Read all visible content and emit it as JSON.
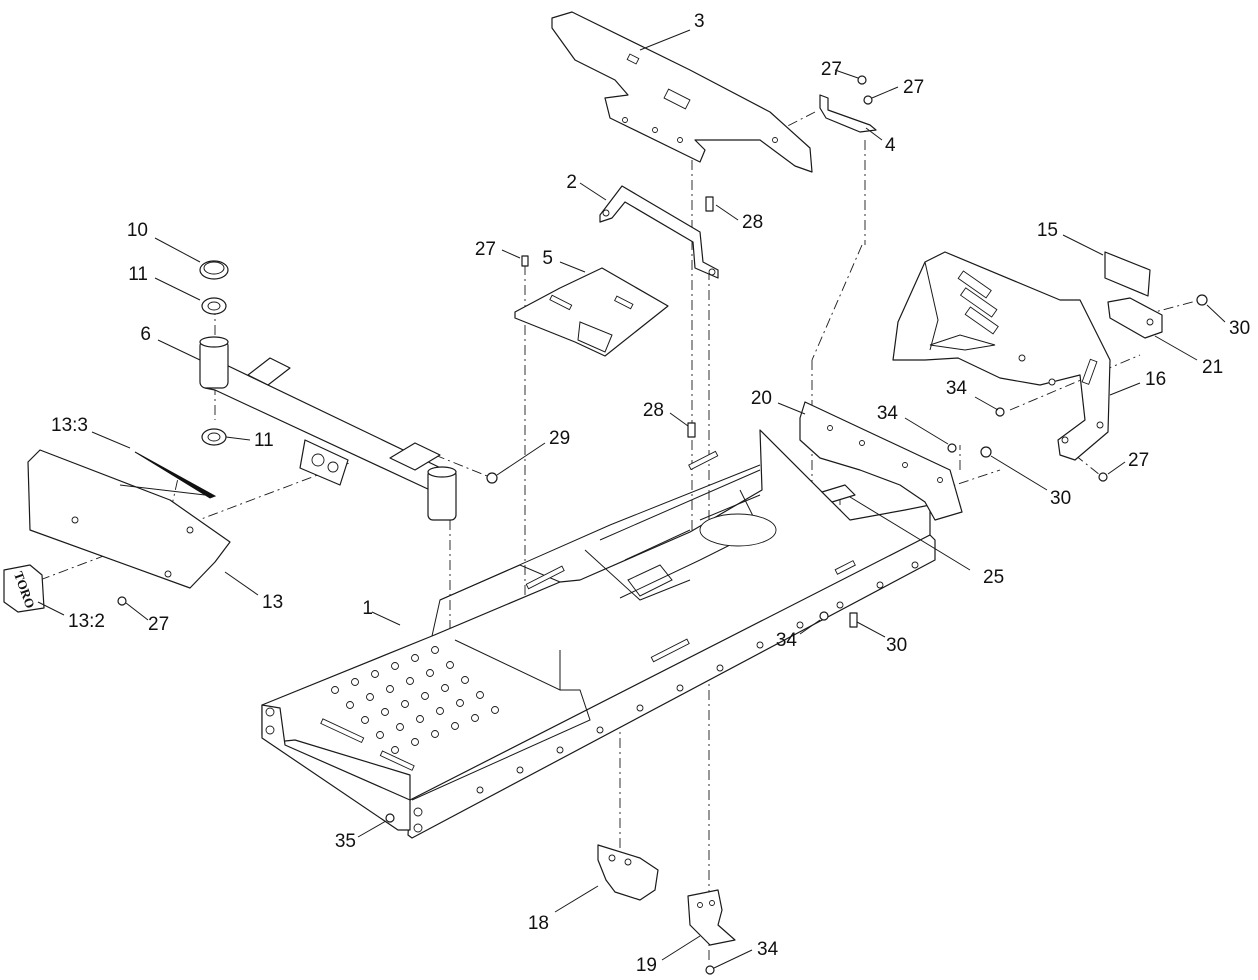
{
  "diagram": {
    "callouts": {
      "c1": "1",
      "c2": "2",
      "c3": "3",
      "c4": "4",
      "c5": "5",
      "c6": "6",
      "c10": "10",
      "c11a": "11",
      "c11b": "11",
      "c13": "13",
      "c13_2": "13:2",
      "c13_3": "13:3",
      "c15": "15",
      "c16": "16",
      "c18": "18",
      "c19": "19",
      "c20": "20",
      "c21": "21",
      "c25": "25",
      "c27a": "27",
      "c27b": "27",
      "c27c": "27",
      "c27d": "27",
      "c27e": "27",
      "c28a": "28",
      "c28b": "28",
      "c29": "29",
      "c30a": "30",
      "c30b": "30",
      "c30c": "30",
      "c34a": "34",
      "c34b": "34",
      "c34c": "34",
      "c34d": "34",
      "c35": "35"
    },
    "decal_logo": "TORO"
  },
  "colors": {
    "line": "#1a1a1a",
    "background": "#ffffff"
  }
}
